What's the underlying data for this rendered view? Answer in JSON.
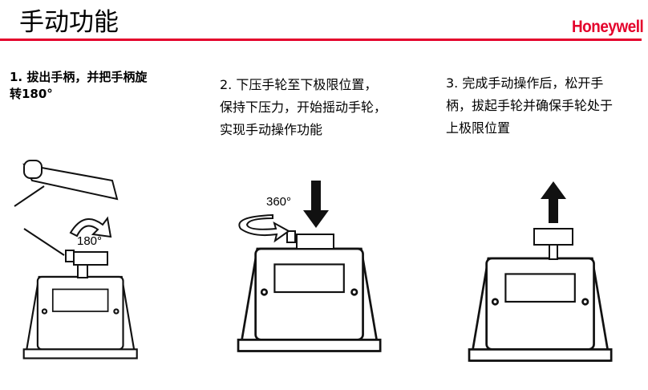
{
  "header": {
    "title": "手动功能",
    "brand": "Honeywell",
    "brand_color": "#e4002b"
  },
  "steps": [
    {
      "text": "1. 拔出手柄，并把手柄旋转180°",
      "rotation_label": "180°"
    },
    {
      "text": "2. 下压手轮至下极限位置，保持下压力，开始摇动手轮，实现手动操作功能",
      "rotation_label": "360°"
    },
    {
      "text": "3. 完成手动操作后，松开手柄，拔起手轮并确保手轮处于上极限位置"
    }
  ]
}
